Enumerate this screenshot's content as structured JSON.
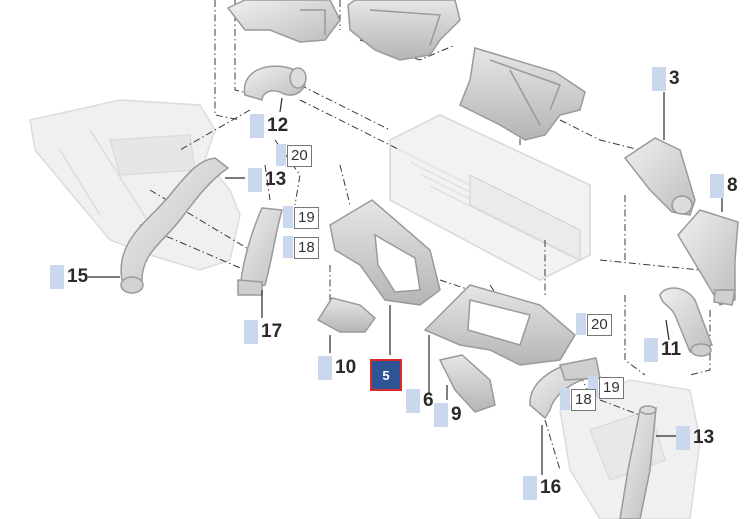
{
  "callouts": {
    "c3": "3",
    "c8": "8",
    "c12": "12",
    "c13a": "13",
    "c15": "15",
    "c17": "17",
    "c10": "10",
    "c6": "6",
    "c9": "9",
    "c11": "11",
    "c13b": "13",
    "c16": "16"
  },
  "boxed": {
    "b20a": "20",
    "b19a": "19",
    "b18a": "18",
    "b20b": "20",
    "b19b": "19",
    "b18b": "18"
  },
  "selected_part": "5",
  "colors": {
    "part_fill": "#d9d9d9",
    "part_stroke": "#a8a8a8",
    "ghost": "#ececec",
    "callout_tab": "#c9d8ec",
    "selected_fill": "#2f5496",
    "selected_border": "#d92a2a"
  }
}
